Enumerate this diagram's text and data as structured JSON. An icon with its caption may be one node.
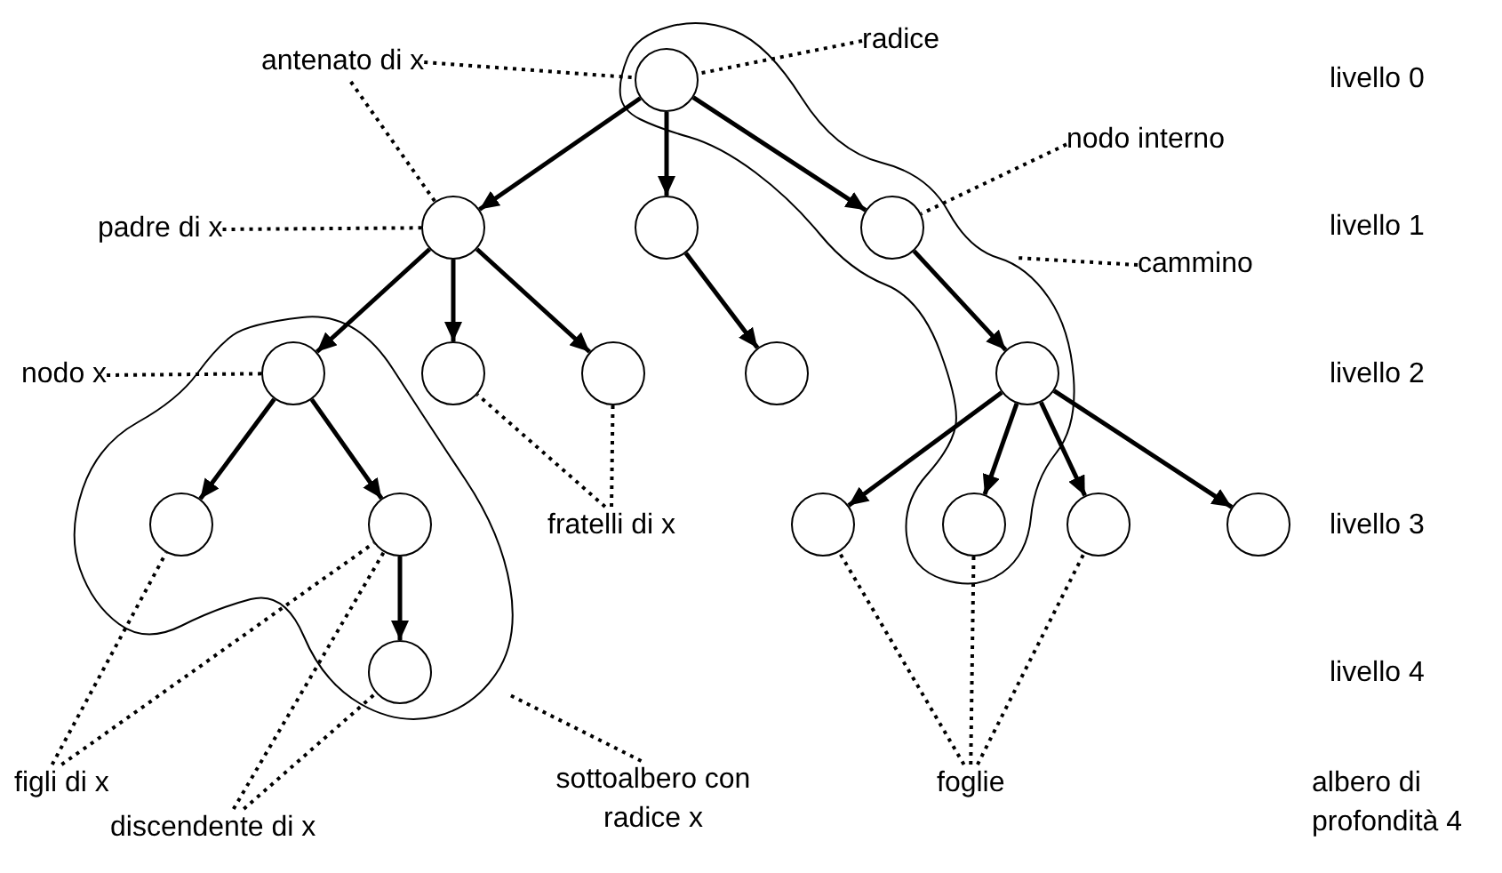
{
  "diagram": {
    "nodes": [
      {
        "text": [
          "antenato di x"
        ]
      },
      {
        "text": [
          "radice"
        ]
      },
      {
        "text": [],
        "shape": "circle"
      },
      {
        "text": [
          "nodo interno"
        ]
      },
      {
        "text": [
          "padre di x"
        ]
      },
      {
        "text": [],
        "shape": "circle"
      },
      {
        "text": [],
        "shape": "circle"
      },
      {
        "text": [],
        "shape": "circle"
      },
      {
        "text": [
          "cammino"
        ]
      },
      {
        "text": [
          "nodo x"
        ]
      },
      {
        "text": [],
        "shape": "circle"
      },
      {
        "text": [],
        "shape": "circle"
      },
      {
        "text": [],
        "shape": "circle"
      },
      {
        "text": [],
        "shape": "circle"
      },
      {
        "text": [],
        "shape": "circle"
      },
      {
        "text": [],
        "shape": "circle"
      },
      {
        "text": [],
        "shape": "circle"
      },
      {
        "text": [
          "fratelli di x"
        ]
      },
      {
        "text": [],
        "shape": "circle"
      },
      {
        "text": [],
        "shape": "circle"
      },
      {
        "text": [],
        "shape": "circle"
      },
      {
        "text": [],
        "shape": "circle"
      },
      {
        "text": [],
        "shape": "circle"
      },
      {
        "text": [
          "figli di x"
        ]
      },
      {
        "text": [
          "discendente di x"
        ]
      },
      {
        "text": [
          "sottoalbero con radice x"
        ]
      },
      {
        "text": [
          "foglie"
        ]
      }
    ],
    "edges": [
      {
        "from": 2,
        "to": 5,
        "arrow": "to"
      },
      {
        "from": 2,
        "to": 6,
        "arrow": "to"
      },
      {
        "from": 2,
        "to": 7,
        "arrow": "to"
      },
      {
        "from": 5,
        "to": 10,
        "arrow": "to"
      },
      {
        "from": 5,
        "to": 11,
        "arrow": "to"
      },
      {
        "from": 5,
        "to": 12,
        "arrow": "to"
      },
      {
        "from": 6,
        "to": 13,
        "arrow": "to"
      },
      {
        "from": 7,
        "to": 14,
        "arrow": "to"
      },
      {
        "from": 10,
        "to": 15,
        "arrow": "to"
      },
      {
        "from": 10,
        "to": 16,
        "arrow": "to"
      },
      {
        "from": 16,
        "to": 22,
        "arrow": "to"
      },
      {
        "from": 14,
        "to": 18,
        "arrow": "to"
      },
      {
        "from": 14,
        "to": 19,
        "arrow": "to"
      },
      {
        "from": 14,
        "to": 20,
        "arrow": "to"
      },
      {
        "from": 14,
        "to": 21,
        "arrow": "to"
      },
      {
        "from": 0,
        "to": 2,
        "arrow": "none",
        "style": "dashed"
      },
      {
        "from": 0,
        "to": 5,
        "arrow": "none",
        "style": "dashed"
      },
      {
        "from": 1,
        "to": 2,
        "arrow": "none",
        "style": "dashed"
      },
      {
        "from": 3,
        "to": 7,
        "arrow": "none",
        "style": "dashed"
      },
      {
        "from": 4,
        "to": 5,
        "arrow": "none",
        "style": "dashed"
      },
      {
        "from": 8,
        "to": null,
        "arrow": "none",
        "style": "dashed"
      },
      {
        "from": 9,
        "to": 10,
        "arrow": "none",
        "style": "dashed"
      },
      {
        "from": 17,
        "to": 11,
        "arrow": "none",
        "style": "dashed"
      },
      {
        "from": 17,
        "to": 12,
        "arrow": "none",
        "style": "dashed"
      },
      {
        "from": 23,
        "to": 15,
        "arrow": "none",
        "style": "dashed"
      },
      {
        "from": 23,
        "to": 16,
        "arrow": "none",
        "style": "dashed"
      },
      {
        "from": 24,
        "to": 16,
        "arrow": "none",
        "style": "dashed"
      },
      {
        "from": 24,
        "to": 22,
        "arrow": "none",
        "style": "dashed"
      },
      {
        "from": 25,
        "to": null,
        "arrow": "none",
        "style": "dashed"
      },
      {
        "from": 26,
        "to": 18,
        "arrow": "none",
        "style": "dashed"
      },
      {
        "from": 26,
        "to": 19,
        "arrow": "none",
        "style": "dashed"
      },
      {
        "from": 26,
        "to": 20,
        "arrow": "none",
        "style": "dashed"
      }
    ],
    "labels": [
      "livello 0",
      "livello 1",
      "livello 2",
      "livello 3",
      "livello 4",
      "albero di profondità 4"
    ]
  }
}
